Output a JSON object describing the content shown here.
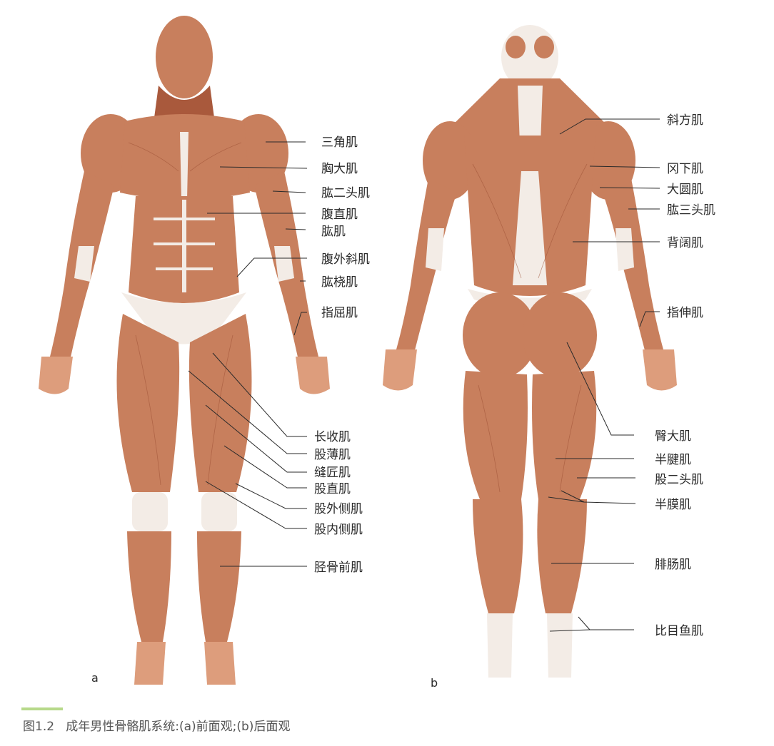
{
  "panels": {
    "front": {
      "letter": "a"
    },
    "back": {
      "letter": "b"
    }
  },
  "front_labels": [
    "三角肌",
    "胸大肌",
    "肱二头肌",
    "腹直肌",
    "肱肌",
    "腹外斜肌",
    "肱桡肌",
    "指屈肌",
    "长收肌",
    "股薄肌",
    "缝匠肌",
    "股直肌",
    "股外侧肌",
    "股内侧肌",
    "胫骨前肌"
  ],
  "back_labels": [
    "斜方肌",
    "冈下肌",
    "大圆肌",
    "肱三头肌",
    "背阔肌",
    "指伸肌",
    "臀大肌",
    "半腱肌",
    "股二头肌",
    "半膜肌",
    "腓肠肌",
    "比目鱼肌"
  ],
  "caption": "图1.2   成年男性骨骼肌系统:(a)前面观;(b)后面观",
  "colors": {
    "muscle": "#c87f5d",
    "tendon": "#f3ece6",
    "caption_bar": "#b7d98a"
  }
}
